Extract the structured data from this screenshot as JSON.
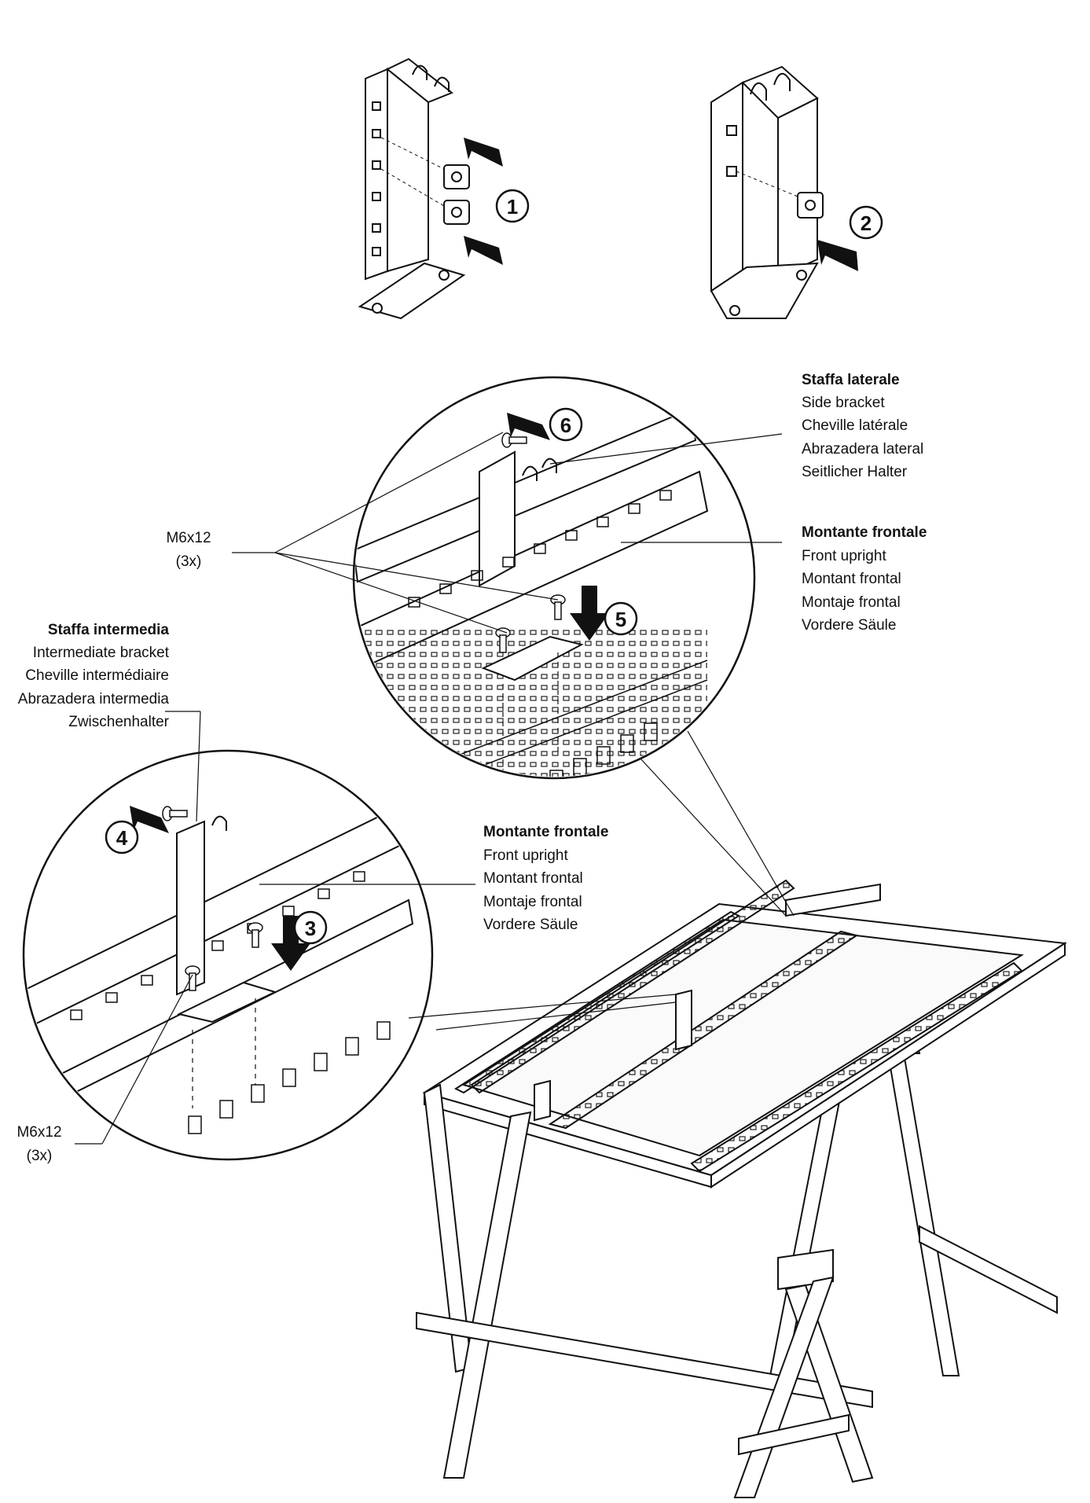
{
  "steps": [
    "1",
    "2",
    "3",
    "4",
    "5",
    "6"
  ],
  "labels": {
    "side_bracket": {
      "title": "Staffa laterale",
      "lines": [
        "Side bracket",
        "Cheville latérale",
        "Abrazadera lateral",
        "Seitlicher Halter"
      ]
    },
    "front_upright_top": {
      "title": "Montante frontale",
      "lines": [
        "Front upright",
        "Montant frontal",
        "Montaje frontal",
        "Vordere Säule"
      ]
    },
    "intermediate_bracket": {
      "title": "Staffa intermedia",
      "lines": [
        "Intermediate bracket",
        "Cheville intermédiaire",
        "Abrazadera intermedia",
        "Zwischenhalter"
      ]
    },
    "front_upright_bottom": {
      "title": "Montante frontale",
      "lines": [
        "Front upright",
        "Montant frontal",
        "Montaje frontal",
        "Vordere Säule"
      ]
    },
    "screw_top": {
      "size": "M6x12",
      "qty": "(3x)"
    },
    "screw_bottom": {
      "size": "M6x12",
      "qty": "(3x)"
    }
  }
}
